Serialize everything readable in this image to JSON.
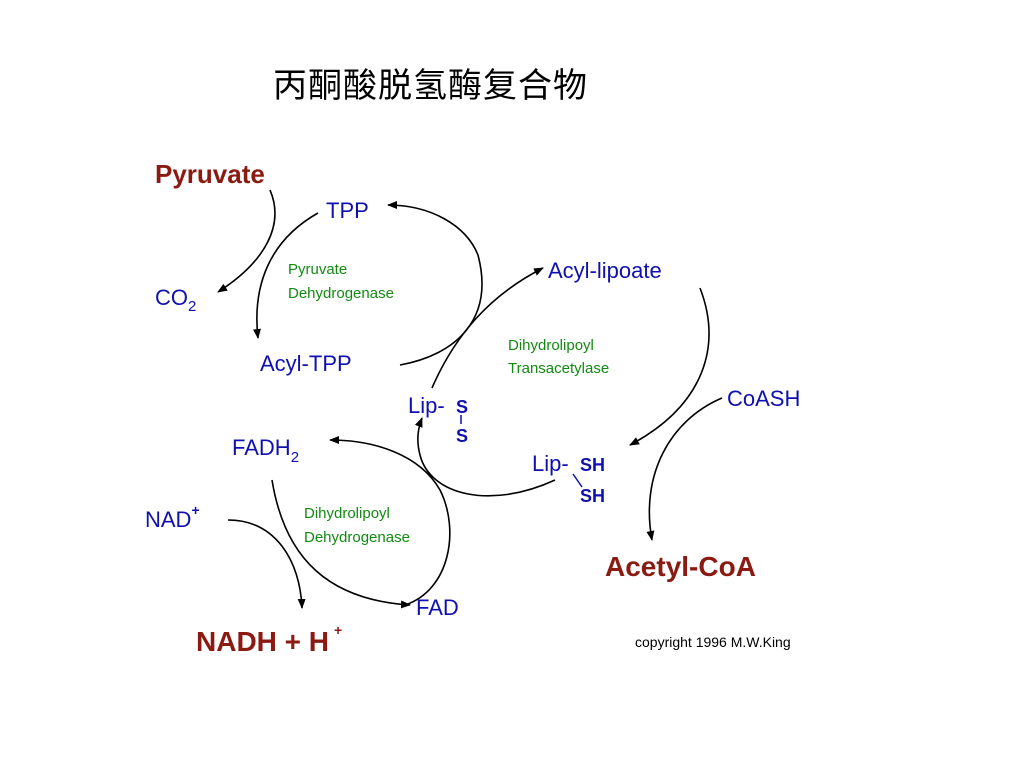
{
  "title": "丙酮酸脱氢酶复合物",
  "labels": {
    "pyruvate": "Pyruvate",
    "tpp": "TPP",
    "co2_main": "CO",
    "co2_sub": "2",
    "acyl_tpp": "Acyl-TPP",
    "acyl_lipoate": "Acyl-lipoate",
    "coash": "CoASH",
    "lip_ss_prefix": "Lip-",
    "lip_ss_s1": "S",
    "lip_ss_s2": "S",
    "lip_sh_prefix": "Lip-",
    "lip_sh_sh1": "SH",
    "lip_sh_sh2": "SH",
    "fadh2_main": "FADH",
    "fadh2_sub": "2",
    "nad_main": "NAD",
    "nad_sup": "+",
    "fad": "FAD",
    "nadh_main": "NADH + H",
    "nadh_sup": "+",
    "acetyl_coa": "Acetyl-CoA"
  },
  "enzymes": {
    "e1_line1": "Pyruvate",
    "e1_line2": "Dehydrogenase",
    "e2_line1": "Dihydrolipoyl",
    "e2_line2": "Transacetylase",
    "e3_line1": "Dihydrolipoyl",
    "e3_line2": "Dehydrogenase"
  },
  "copyright": "copyright 1996 M.W.King",
  "colors": {
    "substrate": "#8b1a12",
    "intermediate": "#1010b0",
    "enzyme": "#128a12",
    "arrow": "#000000"
  }
}
